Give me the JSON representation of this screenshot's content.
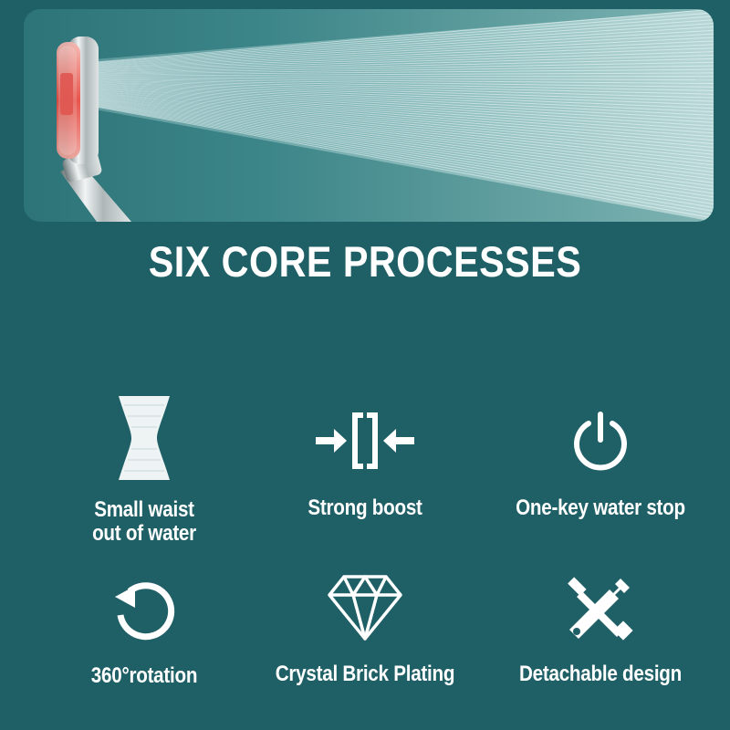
{
  "hero": {
    "image": "shower-head-spraying-water",
    "accent_color": "#e8453c"
  },
  "headline": "SIX CORE PROCESSES",
  "features": [
    {
      "icon": "hourglass-waist-icon",
      "line1": "Small waist",
      "line2": "out of water"
    },
    {
      "icon": "compress-arrows-icon",
      "line1": "Strong boost",
      "line2": ""
    },
    {
      "icon": "power-icon",
      "line1": "One-key water stop",
      "line2": ""
    },
    {
      "icon": "rotate-icon",
      "line1": "360°rotation",
      "line2": ""
    },
    {
      "icon": "diamond-icon",
      "line1": "Crystal Brick Plating",
      "line2": ""
    },
    {
      "icon": "tools-icon",
      "line1": "Detachable design",
      "line2": ""
    }
  ],
  "colors": {
    "background": "#1f5f66",
    "text": "#ffffff"
  }
}
